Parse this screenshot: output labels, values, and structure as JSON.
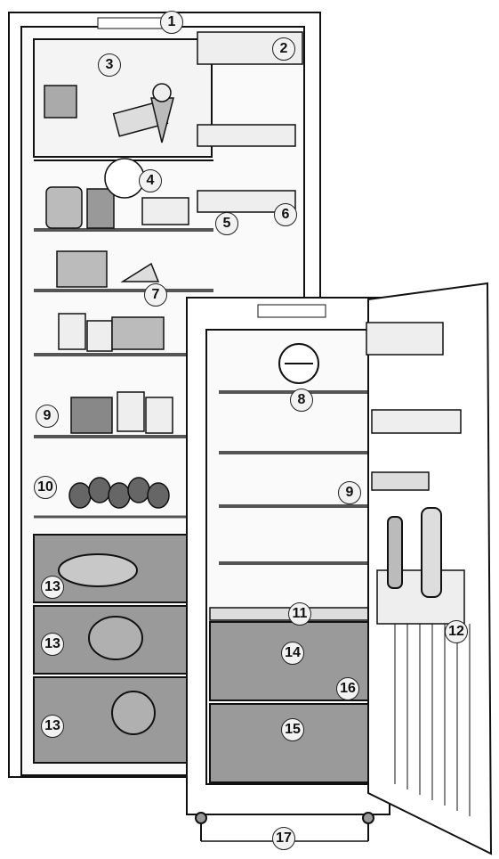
{
  "diagram": {
    "callouts": [
      {
        "id": "c1",
        "label": "1"
      },
      {
        "id": "c2",
        "label": "2"
      },
      {
        "id": "c3",
        "label": "3"
      },
      {
        "id": "c4",
        "label": "4"
      },
      {
        "id": "c5",
        "label": "5"
      },
      {
        "id": "c6",
        "label": "6"
      },
      {
        "id": "c7",
        "label": "7"
      },
      {
        "id": "c8",
        "label": "8"
      },
      {
        "id": "c9a",
        "label": "9"
      },
      {
        "id": "c9b",
        "label": "9"
      },
      {
        "id": "c10",
        "label": "10"
      },
      {
        "id": "c11",
        "label": "11"
      },
      {
        "id": "c12",
        "label": "12"
      },
      {
        "id": "c13a",
        "label": "13"
      },
      {
        "id": "c13b",
        "label": "13"
      },
      {
        "id": "c13c",
        "label": "13"
      },
      {
        "id": "c14",
        "label": "14"
      },
      {
        "id": "c15",
        "label": "15"
      },
      {
        "id": "c16",
        "label": "16"
      },
      {
        "id": "c17",
        "label": "17"
      }
    ],
    "colors": {
      "drawer": "#9a9a9a",
      "shelf": "#555",
      "outline": "#111",
      "glass": "#cfcfcf"
    }
  }
}
